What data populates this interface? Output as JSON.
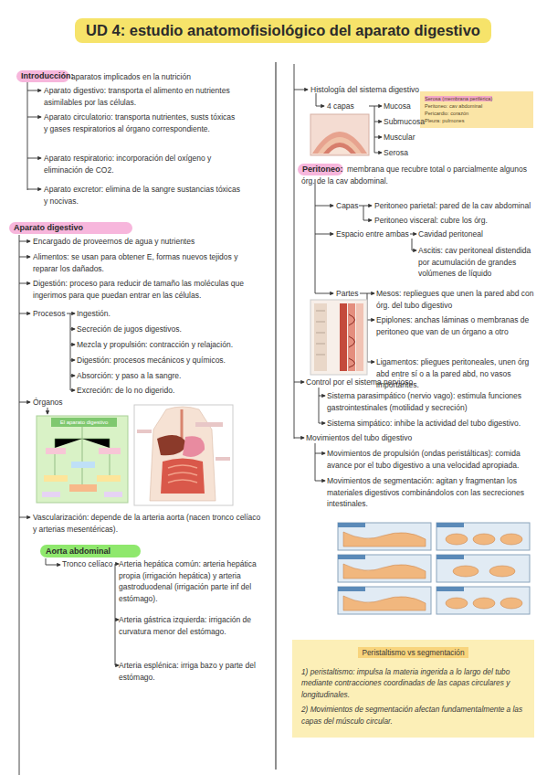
{
  "diagram": {
    "title": "UD 4: estudio anatomofisiológico del aparato digestivo",
    "nodes": [
      {
        "text": [
          "Introducción:"
        ]
      },
      {
        "text": [
          "Aparato digestivo"
        ]
      },
      {
        "text": [
          "Aorta abdominal"
        ]
      },
      {
        "text": [
          "Serosa (membrana periférica)",
          "Peritoneo: cav abdominal",
          "Pericardio: corazón",
          "Pleura: pulmones"
        ]
      },
      {
        "text": [
          "Peritoneo:"
        ]
      },
      {
        "text": [
          "Peristaltismo vs segmentación",
          "1) peristaltismo: impulsa la materia ingerida a lo largo del tubo mediante contracciones coordinadas de las capas circulares y longitudinales.",
          "2) Movimientos de segmentación afectan fundamentalmente a las capas del músculo circular."
        ]
      }
    ],
    "labels": [
      "aparatos implicados en la nutrición",
      "Aparato digestivo: transporta el alimento en nutrientes asimilables por las células.",
      "Aparato circulatorio: transporta nutrientes, susts tóxicas y gases respiratorios al órgano correspondiente.",
      "Aparato respiratorio: incorporación del oxígeno y eliminación de CO2.",
      "Aparato excretor: elimina de la sangre sustancias tóxicas y nocivas.",
      "Encargado de proveernos de agua y nutrientes",
      "Alimentos: se usan para obtener E, formas nuevos tejidos y reparar los dañados.",
      "Digestión: proceso para reducir de tamaño las moléculas que ingerimos para que puedan entrar en las células.",
      "Procesos",
      "Ingestión.",
      "Secreción de jugos digestivos.",
      "Mezcla y propulsión: contracción y relajación.",
      "Digestión: procesos mecánicos y químicos.",
      "Absorción: y paso a la sangre.",
      "Excreción: de lo no digerido.",
      "Órganos",
      "El aparato digestivo",
      "Vascularización: depende de la arteria aorta (nacen tronco celíaco y arterias mesentéricas).",
      "Tronco celíaco",
      "Arteria hepática común: arteria hepática propia (irrigación hepática) y arteria gastroduodenal (irrigación parte inf del estómago).",
      "Arteria gástrica izquierda: irrigación de curvatura menor del estómago.",
      "Arteria esplénica: irriga bazo y parte del estómago.",
      "Histología del sistema digestivo",
      "4 capas",
      "Mucosa",
      "Submucosa",
      "Muscular",
      "Serosa",
      "membrana que recubre total o parcialmente algunos órg. de la cav abdominal.",
      "Capas",
      "Peritoneo parietal: pared de la cav abdominal",
      "Peritoneo visceral: cubre los órg.",
      "Espacio entre ambas",
      "Cavidad peritoneal",
      "Ascitis: cav peritoneal distendida por acumulación de grandes volúmenes de líquido",
      "Partes",
      "Mesos: repliegues que unen la pared abd con órg. del tubo digestivo",
      "Epiplones: anchas láminas o membranas de peritoneo que van de un órgano a otro",
      "Ligamentos: pliegues peritoneales, unen órg abd entre sí o a la pared abd, no vasos importantes.",
      "Control por el sistema nervioso",
      "Sistema parasimpático (nervio vago): estimula funciones gastrointestinales (motilidad y secreción)",
      "Sistema simpático: inhibe la actividad del tubo digestivo.",
      "Movimientos del tubo digestivo",
      "Movimientos de propulsión (ondas peristálticas): comida avance por el tubo digestivo a una velocidad apropiada.",
      "Movimientos de segmentación: agitan y fragmentan los materiales digestivos combinándolos con las secreciones intestinales."
    ]
  }
}
